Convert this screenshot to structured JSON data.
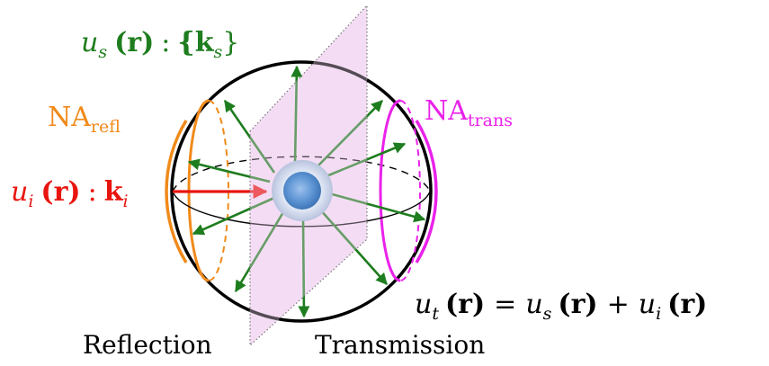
{
  "colors": {
    "scattered": "#1e7d1e",
    "incident": "#e8140e",
    "reflection_aperture": "#f08a1a",
    "transmission_aperture": "#ea22ea",
    "plane_fill": "#f3d9f3",
    "sphere_outline": "#000000"
  },
  "labels": {
    "scattered_field": {
      "u": "u",
      "u_sub": "s",
      "paren": "(r)",
      "colon": ":",
      "k_open": "{k",
      "k_sub": "s",
      "k_close": "}"
    },
    "incident_field": {
      "u": "u",
      "u_sub": "i",
      "paren": "(r)",
      "colon": ":",
      "k": "k",
      "k_sub": "i"
    },
    "total_field": {
      "u": "u",
      "u_sub": "t",
      "paren1": "(r)",
      "eq": "=",
      "u2": "u",
      "u2_sub": "s",
      "paren2": "(r)",
      "plus": "+",
      "u3": "u",
      "u3_sub": "i",
      "paren3": "(r)"
    },
    "na_reflection": {
      "main": "NA",
      "sub": "refl"
    },
    "na_transmission": {
      "main": "NA",
      "sub": "trans"
    },
    "reflection": "Reflection",
    "transmission": "Transmission"
  }
}
